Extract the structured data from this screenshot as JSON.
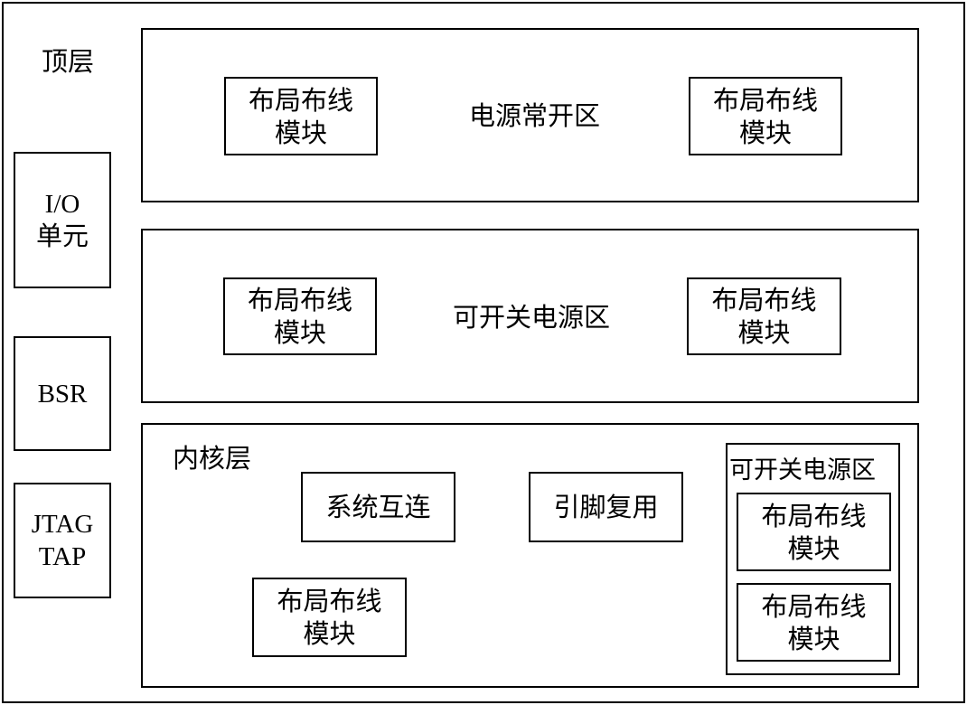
{
  "top_layer": {
    "label": "顶层"
  },
  "left_column": {
    "io_unit": {
      "line1": "I/O",
      "line2": "单元"
    },
    "bsr": {
      "label": "BSR"
    },
    "jtag_tap": {
      "line1": "JTAG",
      "line2": "TAP"
    }
  },
  "always_on_region": {
    "label": "电源常开区",
    "left_module": {
      "line1": "布局布线",
      "line2": "模块"
    },
    "right_module": {
      "line1": "布局布线",
      "line2": "模块"
    }
  },
  "switchable_region": {
    "label": "可开关电源区",
    "left_module": {
      "line1": "布局布线",
      "line2": "模块"
    },
    "right_module": {
      "line1": "布局布线",
      "line2": "模块"
    }
  },
  "core_layer": {
    "label": "内核层",
    "system_interconnect": {
      "label": "系统互连"
    },
    "pin_mux": {
      "label": "引脚复用"
    },
    "module": {
      "line1": "布局布线",
      "line2": "模块"
    },
    "nested_switchable_region": {
      "label": "可开关电源区",
      "module_1": {
        "line1": "布局布线",
        "line2": "模块"
      },
      "module_2": {
        "line1": "布局布线",
        "line2": "模块"
      }
    }
  }
}
